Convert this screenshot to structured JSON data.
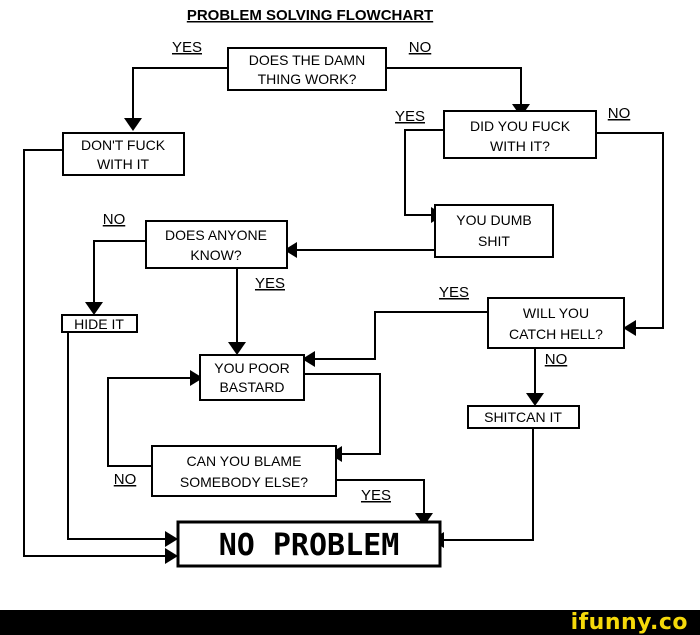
{
  "title": "PROBLEM SOLVING FLOWCHART",
  "nodes": {
    "does_it_work": [
      "DOES THE DAMN",
      "THING WORK?"
    ],
    "dont_fuck": [
      "DON'T FUCK",
      "WITH IT"
    ],
    "did_you_fuck": [
      "DID YOU FUCK",
      "WITH IT?"
    ],
    "you_dumb_shit": [
      "YOU DUMB",
      "SHIT"
    ],
    "does_anyone_know": [
      "DOES ANYONE",
      "KNOW?"
    ],
    "hide_it": "HIDE IT",
    "catch_hell": [
      "WILL YOU",
      "CATCH HELL?"
    ],
    "you_poor_bastard": [
      "YOU POOR",
      "BASTARD"
    ],
    "shitcan_it": "SHITCAN IT",
    "blame": [
      "CAN YOU BLAME",
      "SOMEBODY ELSE?"
    ],
    "no_problem": "NO PROBLEM"
  },
  "labels": {
    "work_yes": "YES",
    "work_no": "NO",
    "fuck_yes": "YES",
    "fuck_no": "NO",
    "know_no": "NO",
    "know_yes": "YES",
    "hell_yes": "YES",
    "hell_no": "NO",
    "blame_no": "NO",
    "blame_yes": "YES"
  },
  "brand": "ifunny.co",
  "colors": {
    "ink": "#000000",
    "paper": "#ffffff",
    "brand": "#f5d90a"
  }
}
